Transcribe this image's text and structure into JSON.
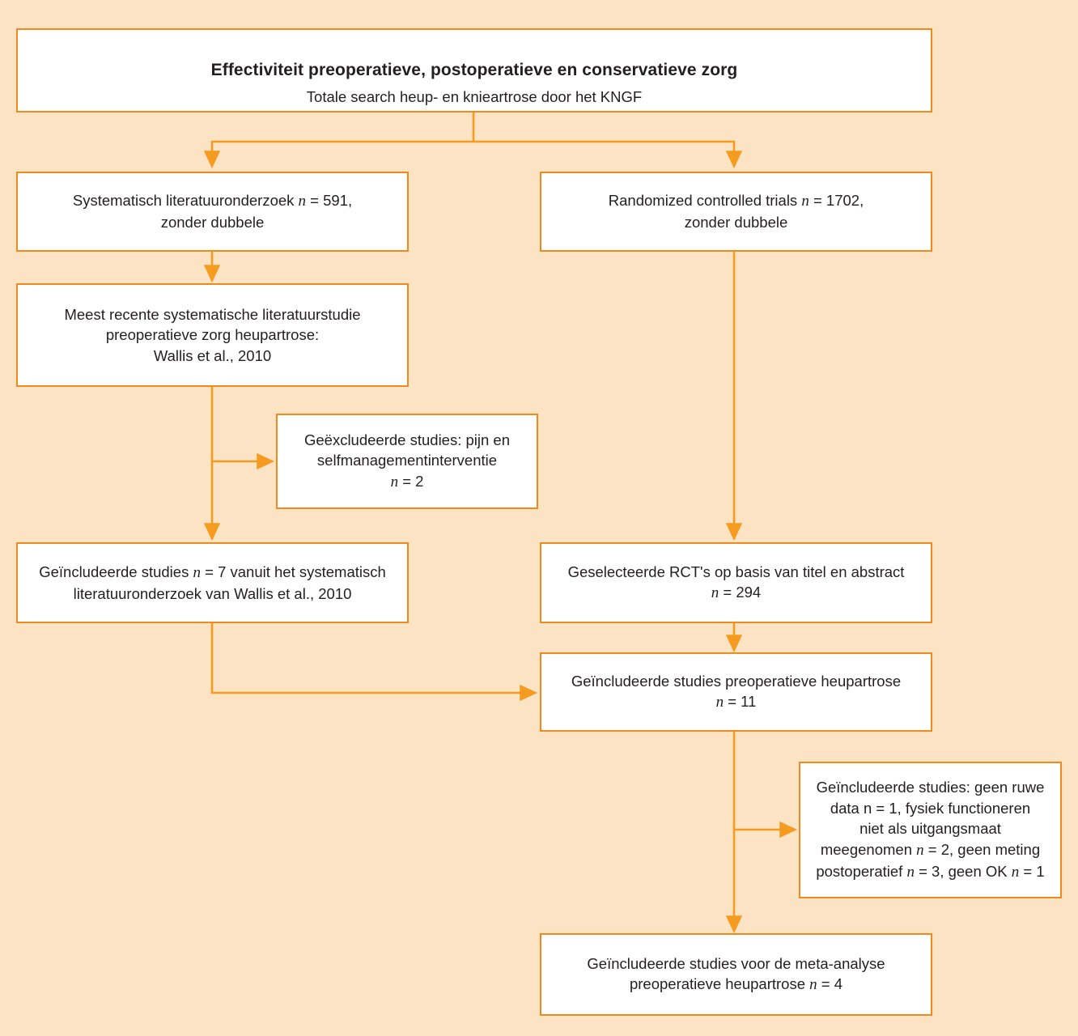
{
  "diagram": {
    "background_color": "#fce3c4",
    "accent_color": "#f08a1c",
    "box_fill": "#ffffff",
    "text_color": "#231f20",
    "title": "Effectiviteit preoperatieve, postoperatieve en conservatieve zorg",
    "subtitle": "Totale search heup- en knieartrose door het KNGF"
  },
  "nodes": {
    "title_box": {
      "heading": "Effectiviteit preoperatieve, postoperatieve en conservatieve zorg",
      "subheading": "Totale search heup- en knieartrose door het KNGF"
    },
    "systematic_search": {
      "line1_a": "Systematisch literatuuronderzoek ",
      "line1_n": "n",
      "line1_b": " = 591,",
      "line2": "zonder dubbele"
    },
    "rct_search": {
      "line1_a": "Randomized controlled trials ",
      "line1_n": "n",
      "line1_b": " = 1702,",
      "line2": "zonder dubbele"
    },
    "most_recent_review": {
      "line1": "Meest recente systematische literatuurstudie",
      "line2": "preoperatieve zorg heupartrose:",
      "line3": "Wallis et al., 2010"
    },
    "excluded_pain": {
      "line1": "Geëxcludeerde studies: pijn en",
      "line2": "selfmanagementinterventie",
      "line3_n": "n",
      "line3_b": " = 2"
    },
    "included_from_review": {
      "line1_a": "Geïncludeerde studies ",
      "line1_n": "n",
      "line1_b": " = 7 vanuit het systematisch",
      "line2": "literatuuronderzoek van Wallis et al., 2010"
    },
    "selected_rcts": {
      "line1": "Geselecteerde RCT's op basis van titel en abstract",
      "line2_n": "n",
      "line2_b": " = 294"
    },
    "included_preop_hip": {
      "line1": "Geïncludeerde studies preoperatieve heupartrose",
      "line2_n": "n",
      "line2_b": " = 11"
    },
    "excluded_details": {
      "line1": "Geïncludeerde studies: geen ruwe",
      "line2": "data n = 1, fysiek functioneren",
      "line3": "niet als uitgangsmaat",
      "line4_a": "meegenomen ",
      "line4_n": "n",
      "line4_b": " = 2, geen meting",
      "line5_a": "postoperatief ",
      "line5_n1": "n",
      "line5_b": " = 3, geen OK ",
      "line5_n2": "n",
      "line5_c": " = 1"
    },
    "final_meta": {
      "line1": "Geïncludeerde studies voor de meta-analyse",
      "line2_a": "preoperatieve heupartrose ",
      "line2_n": "n",
      "line2_b": " = 4"
    }
  }
}
